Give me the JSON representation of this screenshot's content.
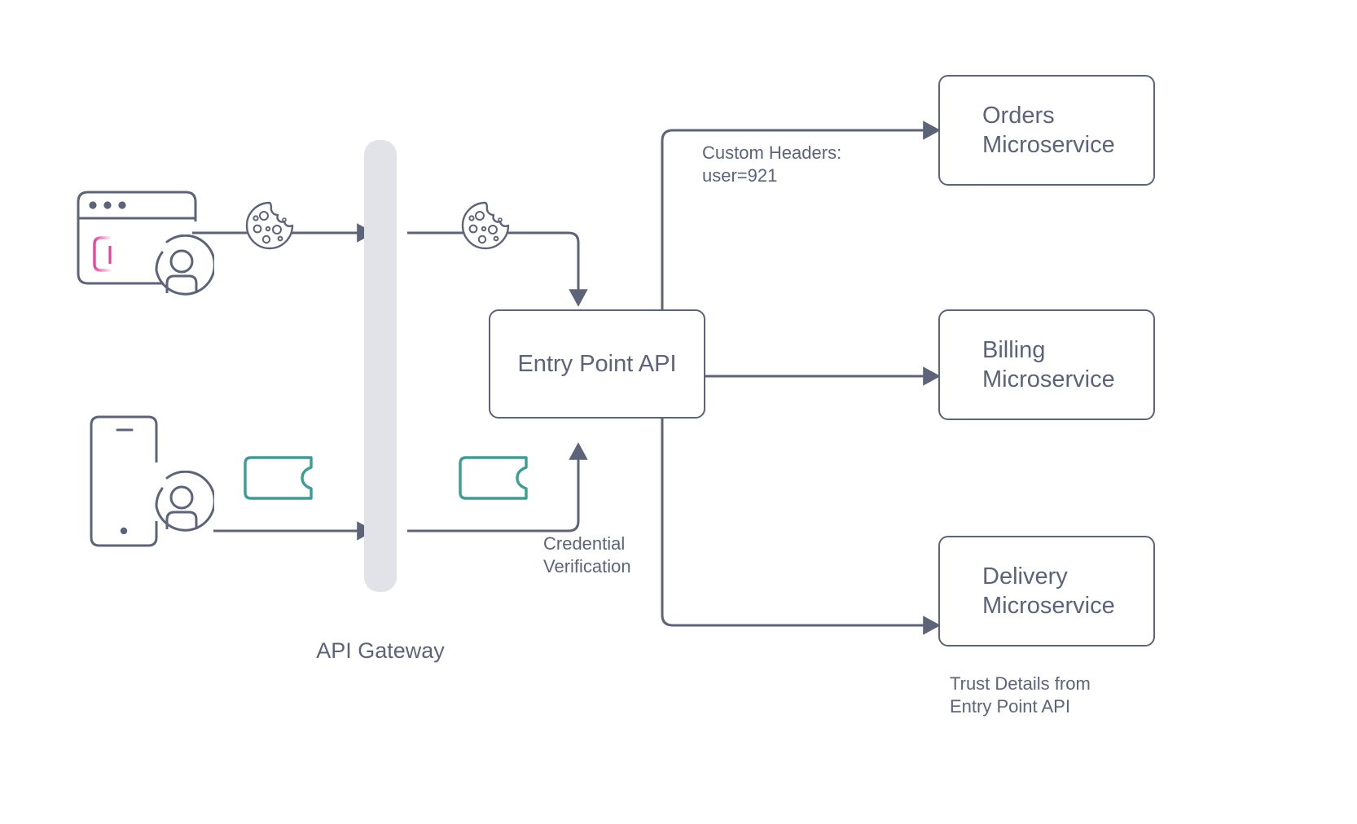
{
  "diagram": {
    "title": "API Gateway authentication and trust propagation flow",
    "colors": {
      "stroke": "#5d6378",
      "gateway_fill": "#e2e3e8",
      "token_teal": "#3a9e93",
      "input_pink": "#e8439a",
      "background": "#ffffff"
    }
  },
  "clients": {
    "browser": {
      "icon": "browser-window-icon",
      "avatar_icon": "user-avatar-icon"
    },
    "mobile": {
      "icon": "mobile-phone-icon",
      "avatar_icon": "user-avatar-icon"
    }
  },
  "credentials": {
    "cookie_client": {
      "icon": "cookie-icon",
      "label": ""
    },
    "cookie_gateway": {
      "icon": "cookie-icon",
      "label": ""
    },
    "token_client": {
      "icon": "ticket-token-icon",
      "label": ""
    },
    "token_gateway": {
      "icon": "ticket-token-icon",
      "label": ""
    }
  },
  "gateway": {
    "label": "API Gateway",
    "icon": "gateway-bar"
  },
  "entry_point": {
    "label": "Entry Point API"
  },
  "annotations": {
    "credential_verification": "Credential\nVerification",
    "custom_headers": "Custom Headers:\nuser=921",
    "trust_details": "Trust Details from\nEntry Point API"
  },
  "microservices": [
    {
      "label": "Orders\nMicroservice",
      "name": "orders-microservice"
    },
    {
      "label": "Billing\nMicroservice",
      "name": "billing-microservice"
    },
    {
      "label": "Delivery\nMicroservice",
      "name": "delivery-microservice"
    }
  ]
}
